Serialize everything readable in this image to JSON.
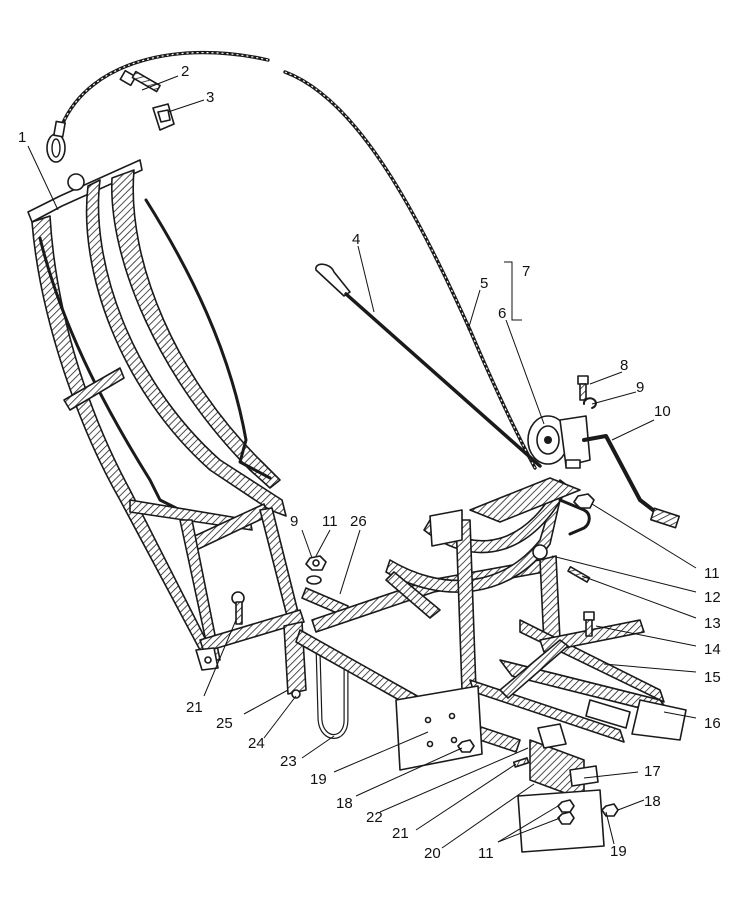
{
  "diagram": {
    "callouts": [
      {
        "id": "c1",
        "text": "1"
      },
      {
        "id": "c2",
        "text": "2"
      },
      {
        "id": "c3",
        "text": "3"
      },
      {
        "id": "c4",
        "text": "4"
      },
      {
        "id": "c5",
        "text": "5"
      },
      {
        "id": "c6",
        "text": "6"
      },
      {
        "id": "c7",
        "text": "7"
      },
      {
        "id": "c8",
        "text": "8"
      },
      {
        "id": "c9a",
        "text": "9"
      },
      {
        "id": "c10",
        "text": "10"
      },
      {
        "id": "c11a",
        "text": "11"
      },
      {
        "id": "c12",
        "text": "12"
      },
      {
        "id": "c13",
        "text": "13"
      },
      {
        "id": "c14",
        "text": "14"
      },
      {
        "id": "c15",
        "text": "15"
      },
      {
        "id": "c16",
        "text": "16"
      },
      {
        "id": "c9b",
        "text": "9"
      },
      {
        "id": "c11b",
        "text": "11"
      },
      {
        "id": "c26",
        "text": "26"
      },
      {
        "id": "c21a",
        "text": "21"
      },
      {
        "id": "c25",
        "text": "25"
      },
      {
        "id": "c24",
        "text": "24"
      },
      {
        "id": "c23",
        "text": "23"
      },
      {
        "id": "c19a",
        "text": "19"
      },
      {
        "id": "c18a",
        "text": "18"
      },
      {
        "id": "c22",
        "text": "22"
      },
      {
        "id": "c21b",
        "text": "21"
      },
      {
        "id": "c20",
        "text": "20"
      },
      {
        "id": "c11c",
        "text": "11"
      },
      {
        "id": "c17",
        "text": "17"
      },
      {
        "id": "c18b",
        "text": "18"
      },
      {
        "id": "c19b",
        "text": "19"
      }
    ]
  }
}
